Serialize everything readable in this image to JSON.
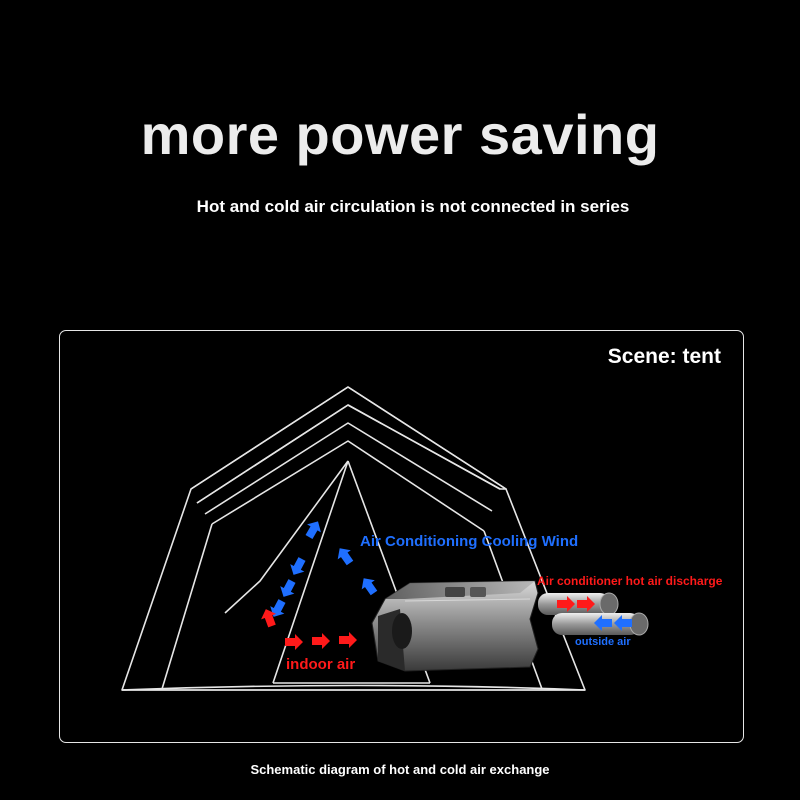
{
  "headline": "more power saving",
  "subheadline": "Hot and cold air circulation is not connected in series",
  "scene_label": "Scene: tent",
  "labels": {
    "cooling_wind": "Air Conditioning Cooling Wind",
    "hot_air_discharge": "Air conditioner hot air discharge",
    "outside_air": "outside air",
    "indoor_air": "indoor air"
  },
  "caption": "Schematic diagram of hot and cold air exchange",
  "colors": {
    "background": "#000000",
    "outline": "#e6e6e6",
    "cool": "#1f6fff",
    "hot": "#ff1a1a",
    "text": "#ffffff"
  },
  "icons": {
    "tent": "tent-outline-icon",
    "air_conditioner": "portable-air-conditioner-icon",
    "cool_arrows": "blue-arrow-icon",
    "hot_arrows": "red-arrow-icon"
  }
}
